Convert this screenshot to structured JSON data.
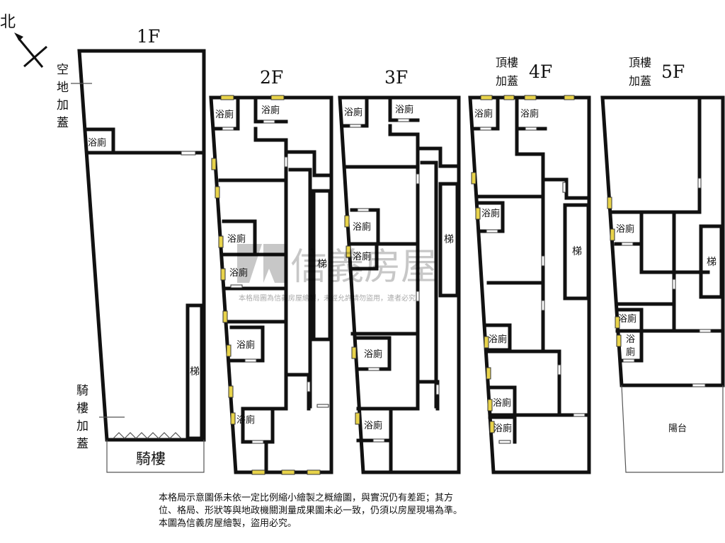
{
  "compass": {
    "label": "北"
  },
  "floors": {
    "f1": {
      "label": "1F"
    },
    "f2": {
      "label": "2F"
    },
    "f3": {
      "label": "3F"
    },
    "f4": {
      "label": "4F",
      "note_line1": "頂樓",
      "note_line2": "加蓋"
    },
    "f5": {
      "label": "5F",
      "note_line1": "頂樓",
      "note_line2": "加蓋"
    }
  },
  "side_labels": {
    "vacant_land": [
      "空",
      "地",
      "加",
      "蓋"
    ],
    "arcade_ext": [
      "騎",
      "樓",
      "加",
      "蓋"
    ]
  },
  "rooms": {
    "bath": "浴廁",
    "bath_split": [
      "浴",
      "廁"
    ],
    "stairs": "梯",
    "arcade": "騎樓",
    "balcony": "陽台"
  },
  "watermark": {
    "brand": "信義房屋",
    "caption": "本格局圖為信義房屋繪製，未經允許請勿盜用，違者必究"
  },
  "disclaimer": {
    "line1": "本格局示意圖係未依一定比例縮小繪製之概繪圖，與實況仍有差距；其方",
    "line2": "位、格局、形狀等與地政機關測量成果圖未必一致，仍須以房屋現場為準。",
    "line3": "本圖為信義房屋繪製，盜用必究。"
  }
}
